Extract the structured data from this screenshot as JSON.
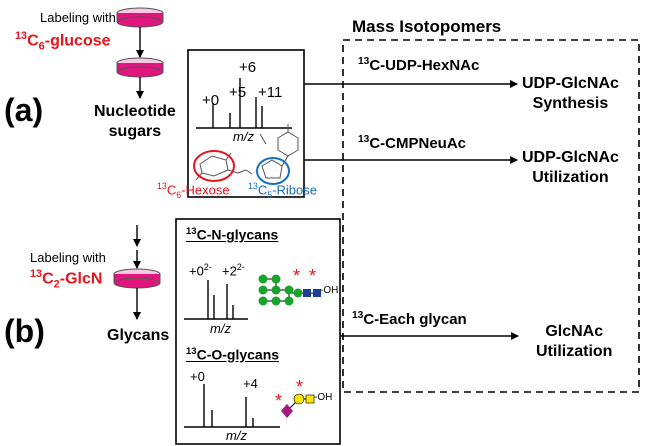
{
  "header": {
    "mass_isotopomers": "Mass Isotopomers"
  },
  "panel_a": {
    "label": "(a)",
    "labeling_with": "Labeling with",
    "tracer_sup": "13",
    "tracer_c": "C",
    "tracer_sub": "6",
    "tracer_name": "-glucose",
    "product_line1": "Nucleotide",
    "product_line2": "sugars",
    "spectrum_peaks": [
      "+0",
      "+5",
      "+6",
      "+11"
    ],
    "axis_label": "m/z",
    "hexose_sup": "13",
    "hexose_c": "C",
    "hexose_sub": "6",
    "hexose_name": "-Hexose",
    "ribose_sup": "13",
    "ribose_c": "C",
    "ribose_sub": "5",
    "ribose_name": "-Ribose",
    "arrow1_sup": "13",
    "arrow1_text": "C-UDP-HexNAc",
    "arrow2_sup": "13",
    "arrow2_text": "C-CMPNeuAc",
    "outcome1_line1": "UDP-GlcNAc",
    "outcome1_line2": "Synthesis",
    "outcome2_line1": "UDP-GlcNAc",
    "outcome2_line2": "Utilization"
  },
  "panel_b": {
    "label": "(b)",
    "labeling_with": "Labeling with",
    "tracer_sup": "13",
    "tracer_c": "C",
    "tracer_sub": "2",
    "tracer_name": "-GlcN",
    "product": "Glycans",
    "nglycan_sup": "13",
    "nglycan_text": "C-N-glycans",
    "nglycan_peak1": "+0",
    "nglycan_peak1_sup": "2-",
    "nglycan_peak2": "+2",
    "nglycan_peak2_sup": "2-",
    "oh": "-OH",
    "oglycan_sup": "13",
    "oglycan_text": "C-O-glycans",
    "oglycan_peak1": "+0",
    "oglycan_peak2": "+4",
    "axis_label": "m/z",
    "arrow_sup": "13",
    "arrow_text": "C-Each glycan",
    "outcome_line1": "GlcNAc",
    "outcome_line2": "Utilization"
  },
  "colors": {
    "label_red": "#e8141c",
    "ribose_blue": "#1a6fbf",
    "mannose_green": "#1aa32c",
    "glcnac_blue": "#1c3f95",
    "galactose_yellow": "#ffe600",
    "sialic_magenta": "#a5177f",
    "dish_pink": "#e0157d"
  }
}
